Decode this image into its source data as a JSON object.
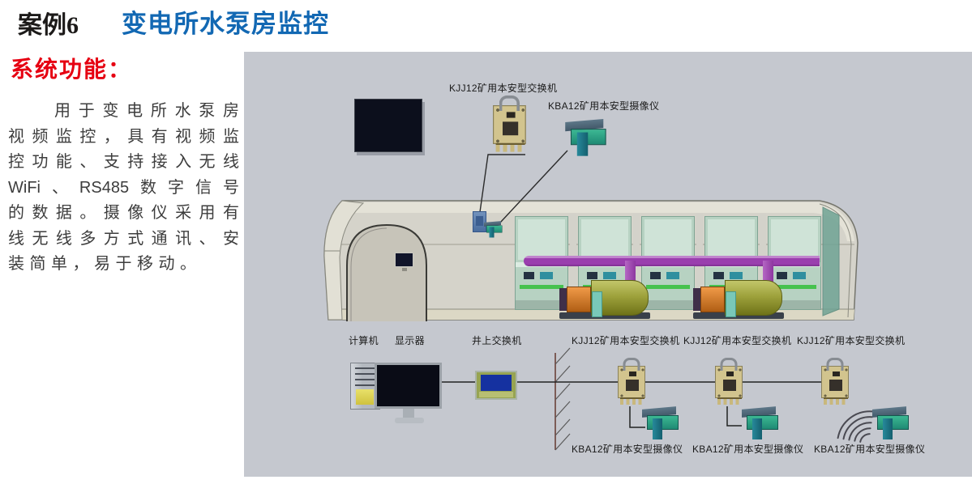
{
  "header": {
    "case_label": "案例6",
    "title": "变电所水泵房监控"
  },
  "sidebar": {
    "heading": "系统功能：",
    "lines": [
      "用于变电所水泵房",
      "视频监控，具有视频监",
      "控功能、支持接入无线",
      "WiFi、RS485数字信号",
      "的数据。摄像仪采用有",
      "线无线多方式通讯、安",
      "装简单，易于移动。"
    ]
  },
  "diagram": {
    "labels": {
      "kjj12_switch": "KJJ12矿用本安型交换机",
      "kba12_camera": "KBA12矿用本安型摄像仪",
      "computer": "计算机",
      "display": "显示器",
      "surface_switch": "井上交换机"
    }
  },
  "colors": {
    "title_blue": "#1268b3",
    "heading_red": "#e60012",
    "panel_bg": "#c5c8cf",
    "pipe_purple": "#9a3fae",
    "cabinet_green": "#b7d2c2",
    "camera_teal": "#2aa184",
    "switch_tan": "#d2c48e"
  }
}
